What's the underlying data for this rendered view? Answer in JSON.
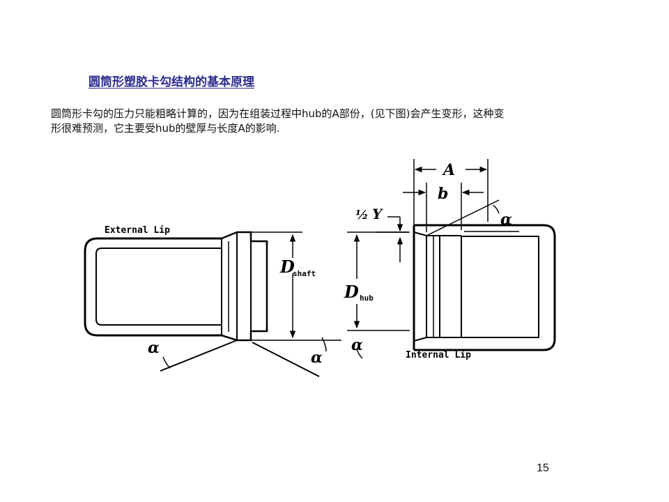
{
  "title": "圆筒形塑胶卡勾结构的基本原理",
  "paragraph": {
    "line1": "圆筒形卡勾的压力只能粗略计算的，因为在组装过程中hub的A部份，(见下图)会产生变形，这种变",
    "line2": "形很难预测，它主要受hub的壁厚与长度A的影响."
  },
  "figure": {
    "labels": {
      "external_lip": "External Lip",
      "internal_lip": "Internal Lip",
      "dim_a": "A",
      "dim_b": "b",
      "half_y_frac": "½",
      "half_y": "Y",
      "d_shaft_main": "D",
      "d_shaft_sub": "shaft",
      "d_hub_main": "D",
      "d_hub_sub": "hub",
      "alpha": "α"
    }
  },
  "page_number": "15"
}
